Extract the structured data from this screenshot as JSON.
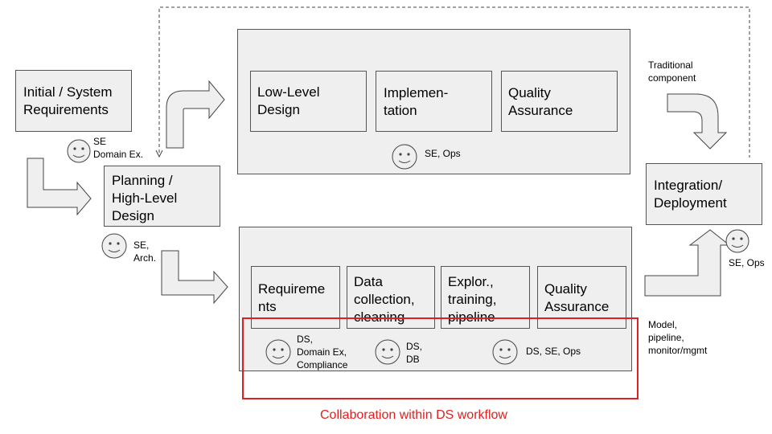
{
  "colors": {
    "box_fill": "#efefef",
    "box_border": "#555555",
    "highlight": "#e02020",
    "caption": "#e02020"
  },
  "boxes": {
    "initial": "Initial / System\nRequirements",
    "planning": "Planning /\nHigh-Level\nDesign",
    "low_level": "Low-Level\nDesign",
    "implementation": "Implemen-\ntation",
    "qa_top": "Quality\nAssurance",
    "integration": "Integration/\nDeployment",
    "requirements": "Requireme\nnts",
    "data_collection": "Data\ncollection,\ncleaning",
    "exploration": "Explor.,\ntraining,\npipeline",
    "qa_bottom": "Quality\nAssurance"
  },
  "roles": {
    "initial": "SE\nDomain Ex.",
    "planning": "SE,\nArch.",
    "top_row": "SE, Ops",
    "integration": "SE, Ops",
    "requirements": "DS,\nDomain Ex,\nCompliance",
    "data": "DS,\nDB",
    "ml": "DS, SE, Ops"
  },
  "notes": {
    "traditional": "Traditional\ncomponent",
    "model": "Model,\npipeline,\nmonitor/mgmt"
  },
  "caption": "Collaboration within DS workflow",
  "icons": [
    "smiley-icon",
    "arrow-icon"
  ]
}
